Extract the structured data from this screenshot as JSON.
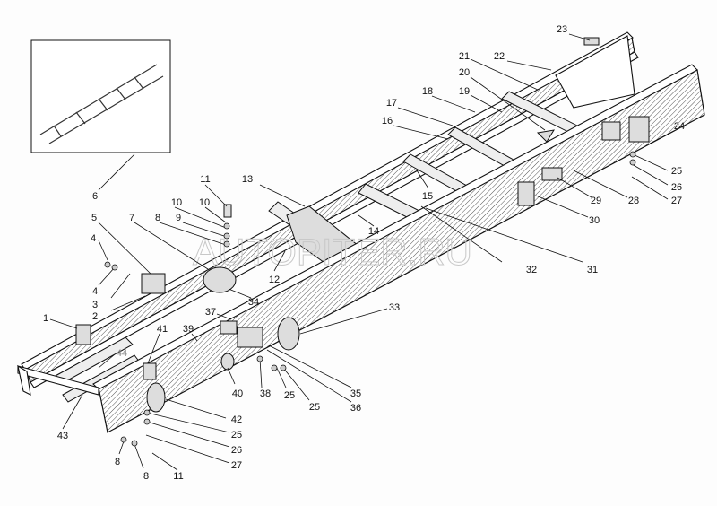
{
  "watermark": "AUTOPITER.RU",
  "labels": [
    "23",
    "22",
    "21",
    "20",
    "19",
    "18",
    "17",
    "16",
    "24",
    "25",
    "26",
    "27",
    "28",
    "29",
    "30",
    "15",
    "14",
    "13",
    "11",
    "10",
    "10",
    "9",
    "8",
    "7",
    "6",
    "5",
    "4",
    "4",
    "3",
    "2",
    "1",
    "12",
    "34",
    "32",
    "31",
    "33",
    "37",
    "39",
    "41",
    "44",
    "40",
    "38",
    "25",
    "25",
    "35",
    "36",
    "42",
    "25",
    "26",
    "27",
    "43",
    "8",
    "8",
    "11"
  ]
}
